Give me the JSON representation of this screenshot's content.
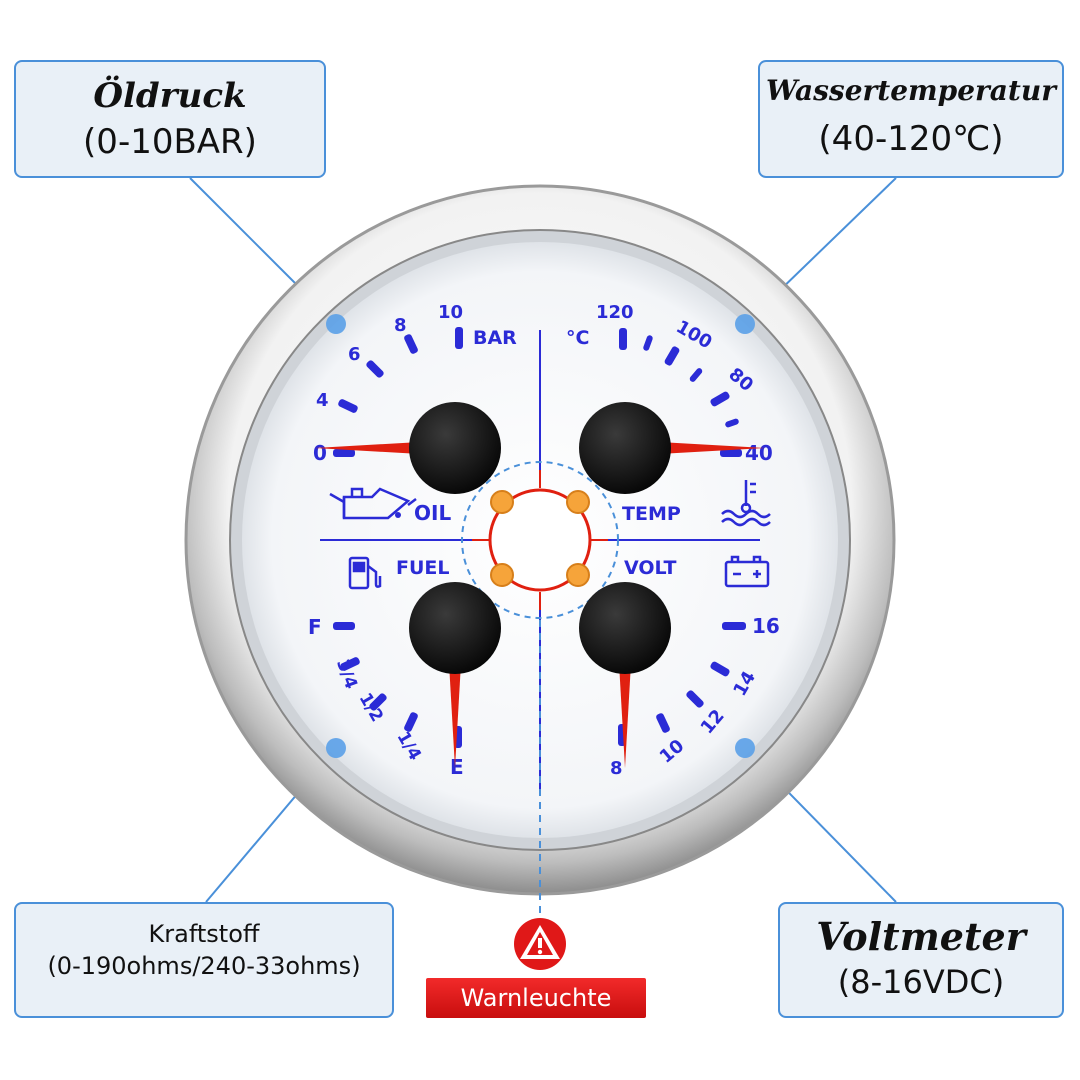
{
  "callouts": {
    "oil": {
      "title": "Öldruck",
      "range": "(0-10BAR)"
    },
    "temp": {
      "title": "Wassertemperatur",
      "range": "(40-120℃)"
    },
    "fuel": {
      "title": "Kraftstoff",
      "range": "(0-190ohms/240-33ohms)"
    },
    "volt": {
      "title": "Voltmeter",
      "range": "(8-16VDC)"
    }
  },
  "warning_light": {
    "label": "Warnleuchte",
    "icon": "warning-triangle-icon"
  },
  "gauge": {
    "oil": {
      "unit": "BAR",
      "label": "OIL",
      "icon": "oil-can-icon",
      "ticks": [
        "0",
        "4",
        "6",
        "8",
        "10"
      ],
      "value_fraction": 0.0
    },
    "temp": {
      "unit": "°C",
      "label": "TEMP",
      "icon": "coolant-temperature-icon",
      "ticks": [
        "40",
        "80",
        "100",
        "120"
      ],
      "value_fraction": 0.0
    },
    "fuel": {
      "label": "FUEL",
      "icon": "fuel-pump-icon",
      "ticks": [
        "F",
        "3/4",
        "1/2",
        "1/4",
        "E"
      ],
      "value_fraction": 0.0
    },
    "volt": {
      "label": "VOLT",
      "icon": "battery-icon",
      "ticks": [
        "8",
        "10",
        "12",
        "14",
        "16"
      ],
      "value_fraction": 0.0
    }
  },
  "colors": {
    "scale_blue": "#2b2bd6",
    "needle_red": "#e02010",
    "indicator_orange": "#f6a43a",
    "callout_border": "#4a90d9",
    "warning_red": "#e01818"
  }
}
